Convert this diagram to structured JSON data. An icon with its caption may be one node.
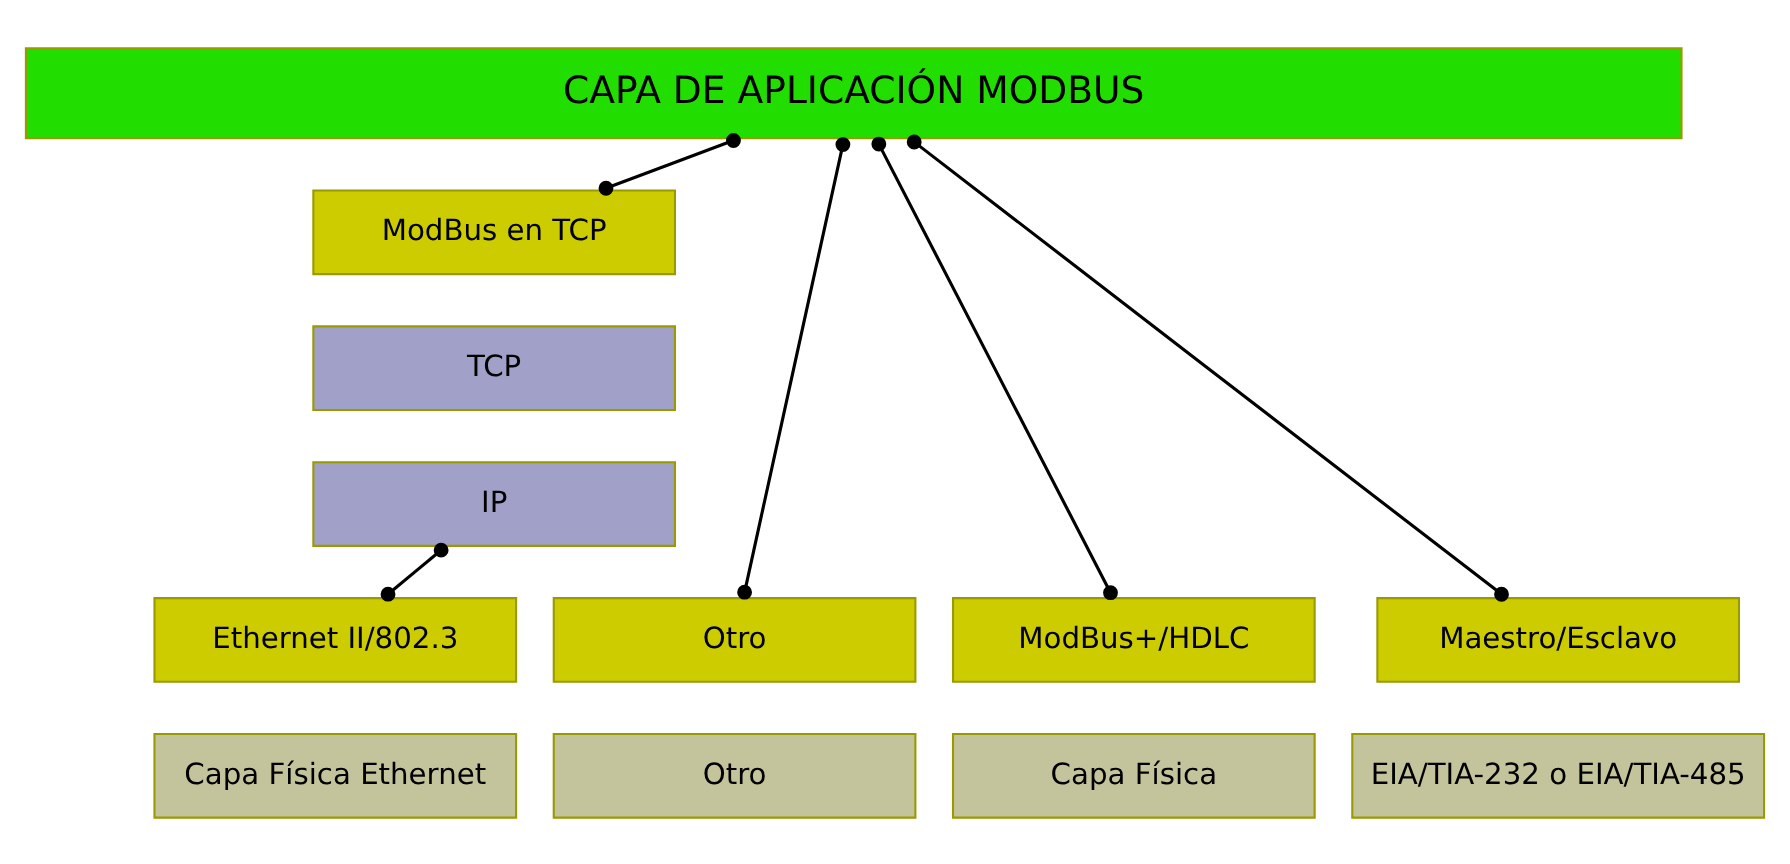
{
  "diagram": {
    "nodes": [
      {
        "text": [
          "CAPA DE APLICACIÓN MODBUS"
        ]
      },
      {
        "text": [
          "ModBus en TCP"
        ]
      },
      {
        "text": [
          "TCP"
        ]
      },
      {
        "text": [
          "IP"
        ]
      },
      {
        "text": [
          "Otro"
        ]
      },
      {
        "text": [
          "Otro"
        ]
      },
      {
        "text": [
          "ModBus+/HDLC"
        ]
      },
      {
        "text": [
          "Capa Física"
        ]
      },
      {
        "text": [
          "Maestro/Esclavo"
        ]
      },
      {
        "text": [
          "EIA/TIA-232 o EIA/TIA-485"
        ]
      },
      {
        "text": [
          "Ethernet II/802.3"
        ]
      },
      {
        "text": [
          "Capa Física Ethernet"
        ]
      }
    ],
    "edges": [
      {
        "from": 0,
        "to": 4,
        "arrow": "other"
      },
      {
        "from": 0,
        "to": 6,
        "arrow": "other"
      },
      {
        "from": 0,
        "to": 8,
        "arrow": "other"
      },
      {
        "from": 0,
        "to": 1,
        "arrow": "other"
      },
      {
        "from": 3,
        "to": 10,
        "arrow": "other"
      }
    ]
  }
}
